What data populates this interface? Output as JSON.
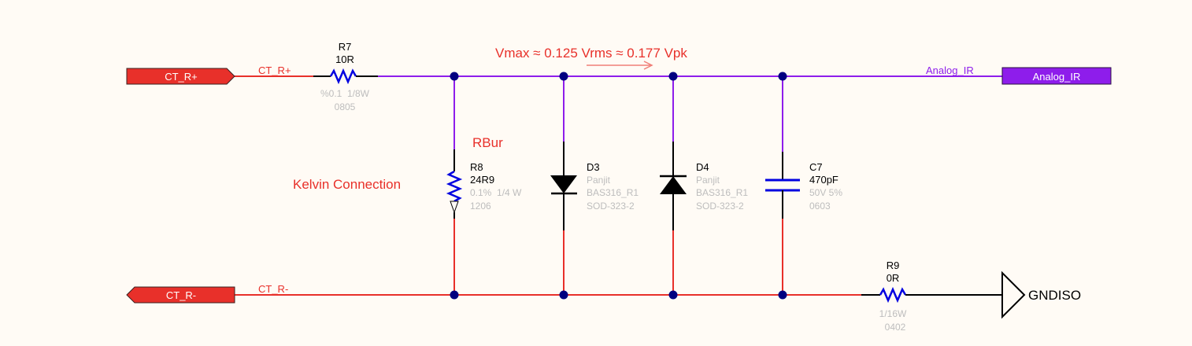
{
  "colors": {
    "background": "#FFFBF5",
    "net_red": "#E8302A",
    "net_purple": "#8E1DEB",
    "component_blue": "#0000E0",
    "junction": "#000080",
    "annotation_red": "#E8302A",
    "param_gray": "#BDBDBD"
  },
  "ports": {
    "ct_r_plus": {
      "label": "CT_R+",
      "color": "#E8302A"
    },
    "ct_r_minus": {
      "label": "CT_R-",
      "color": "#E8302A"
    },
    "analog_ir": {
      "label": "Analog_IR",
      "color": "#8E1DEB"
    }
  },
  "nets": {
    "ct_r_plus": "CT_R+",
    "ct_r_minus": "CT_R-",
    "analog_ir": "Analog_IR"
  },
  "annotations": {
    "vmax": "Vmax ≈ 0.125 Vrms ≈ 0.177 Vpk",
    "rbur": "RBur",
    "kelvin": "Kelvin Connection"
  },
  "components": {
    "r7": {
      "designator": "R7",
      "value": "10R",
      "params": [
        "%0.1  1/8W",
        "0805"
      ]
    },
    "r8": {
      "designator": "R8",
      "value": "24R9",
      "params": [
        "0.1%  1/4 W",
        "1206"
      ]
    },
    "d3": {
      "designator": "D3",
      "params": [
        "Panjit",
        "BAS316_R1",
        "SOD-323-2"
      ]
    },
    "d4": {
      "designator": "D4",
      "params": [
        "Panjit",
        "BAS316_R1",
        "SOD-323-2"
      ]
    },
    "c7": {
      "designator": "C7",
      "value": "470pF",
      "params": [
        "50V 5%",
        "0603"
      ]
    },
    "r9": {
      "designator": "R9",
      "value": "0R",
      "params": [
        "1/16W",
        "0402"
      ]
    }
  },
  "power_ports": {
    "gndiso": {
      "label": "GNDISO"
    }
  }
}
